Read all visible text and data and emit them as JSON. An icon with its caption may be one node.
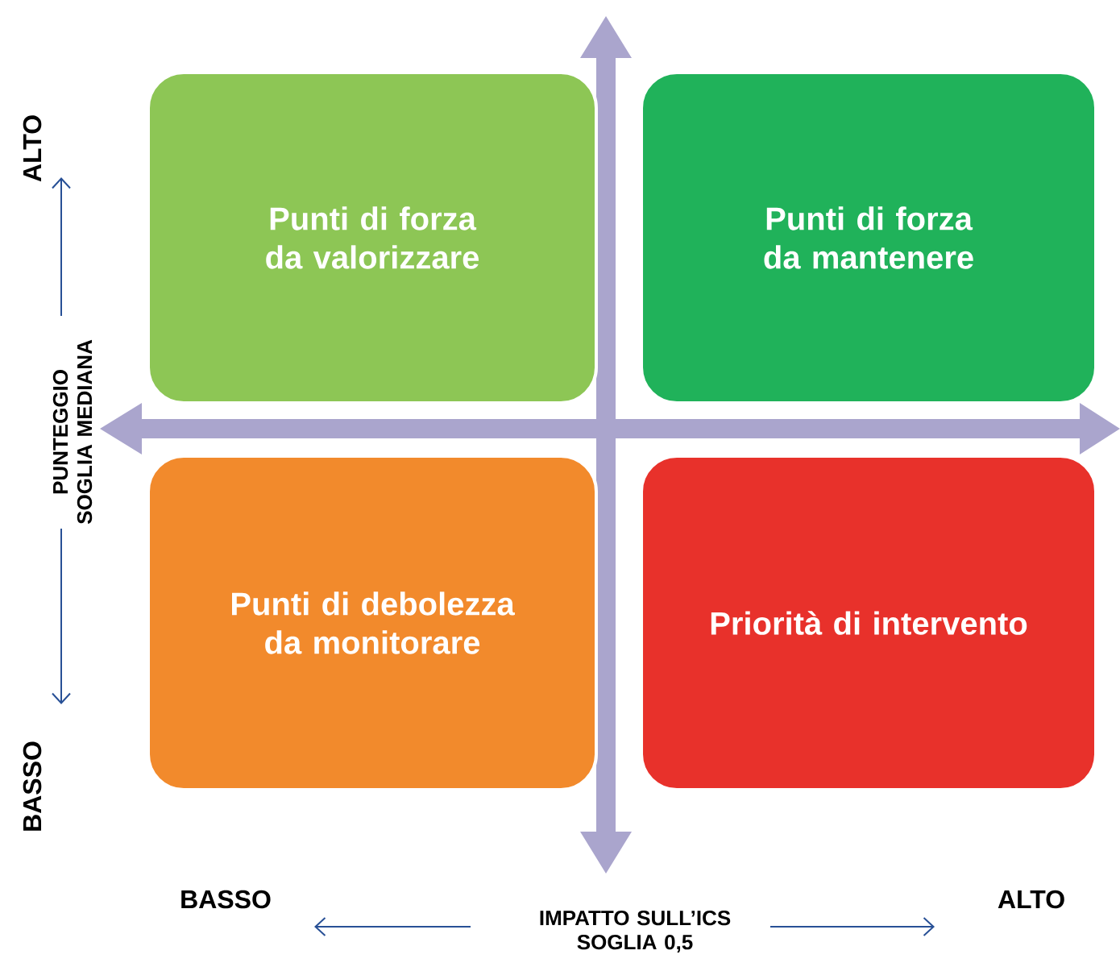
{
  "diagram": {
    "nodes": [
      {
        "text": [
          "Punti di forza da valorizzare"
        ]
      },
      {
        "text": [
          "Punti di forza da mantenere"
        ]
      },
      {
        "text": [
          "Punti di debolezza da monitorare"
        ]
      },
      {
        "text": [
          "Priorità di intervento"
        ]
      }
    ],
    "labels": [
      "ALTO",
      "PUNTEGGIO SOGLIA MEDIANA",
      "BASSO",
      "BASSO",
      "IMPATTO SULL’ICS SOGLIA 0,5",
      "ALTO"
    ]
  }
}
